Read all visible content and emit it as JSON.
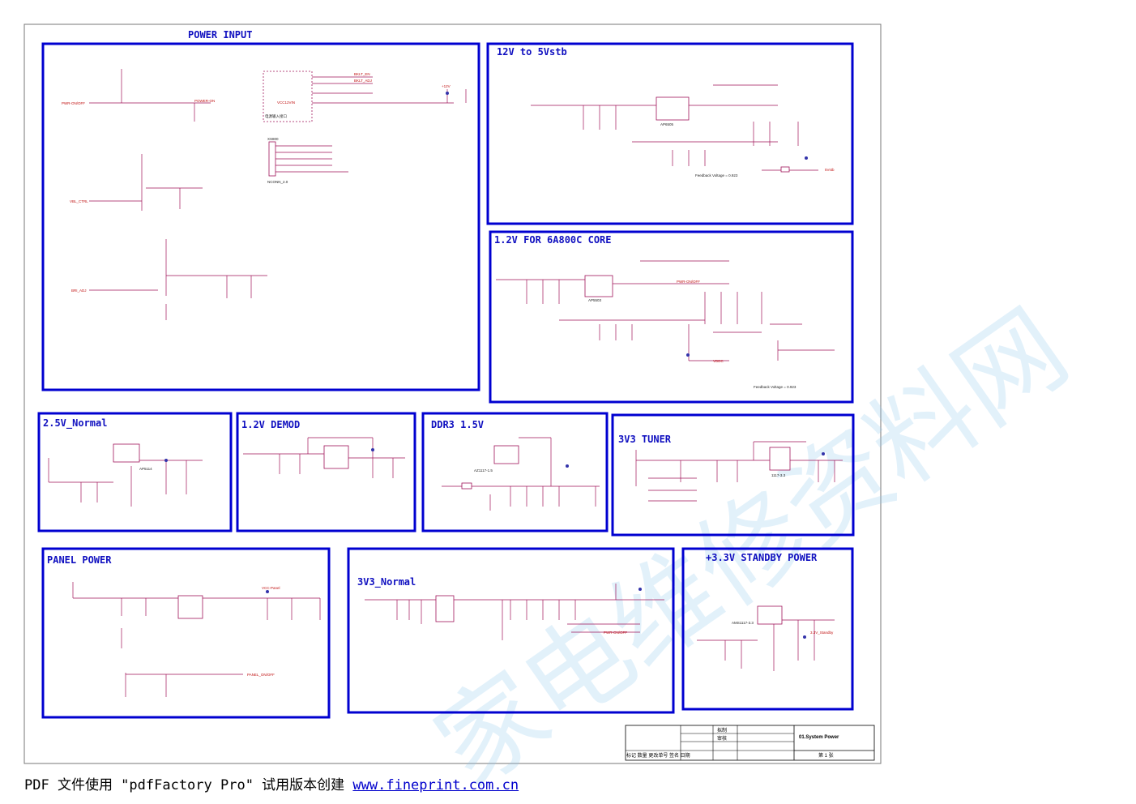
{
  "blocks": {
    "power_input": "POWER INPUT",
    "v12_to_5vstb": "12V to 5Vstb",
    "v12_core": "1.2V FOR 6A800C CORE",
    "v25_normal": "2.5V_Normal",
    "v12_demod": "1.2V  DEMOD",
    "ddr3": "DDR3 1.5V",
    "v3v3_tuner": "3V3 TUNER",
    "panel_power": "PANEL POWER",
    "v3v3_normal": "3V3_Normal",
    "standby_power": "+3.3V STANDBY POWER"
  },
  "labels": {
    "pwr_onoff": "PWR-ON/OFF",
    "power_on": "POWER-ON",
    "bklt_en": "BKLT_EN",
    "bklt_adj": "BKLT_ADJ",
    "vcc12vin": "VCC12VIN",
    "plus12v": "+12V",
    "connector_note": "电源输入接口",
    "xs800": "XS800",
    "ncconn": "NCONN_2.0",
    "bri_adj": "BRI_ADJ",
    "vbl_ctrl": "VBL_CTRL",
    "v5vdb": "5Vstb",
    "feedback_5v": "Feedback Voltage = 0.923",
    "feedback_12": "Feedback Voltage = 0.923",
    "ap6505": "AP6505",
    "ap5503": "AP5503",
    "az1117": "AZ1117-1.5",
    "ap5114": "AP5114",
    "t1117": "1117-3.3",
    "ams1117": "AMS1117-3.3",
    "panel_onoff": "PANEL_ON/OFF",
    "vcc_panel": "VCC-Panel",
    "pwr_onoff2": "PWR-ON/OFF",
    "v3v3_standby": "3.3V_Standby",
    "vddc": "VDDC"
  },
  "title_block": {
    "drawn": "拟制",
    "checked": "审核",
    "sheet_title": "01.System Power",
    "row_labels": "标记 数量 更改单号 签名 日期",
    "page": "第  1  张"
  },
  "watermark": "家电维修资料网",
  "footer": {
    "text": "PDF 文件使用 \"pdfFactory Pro\" 试用版本创建 ",
    "link": "www.fineprint.com.cn"
  }
}
